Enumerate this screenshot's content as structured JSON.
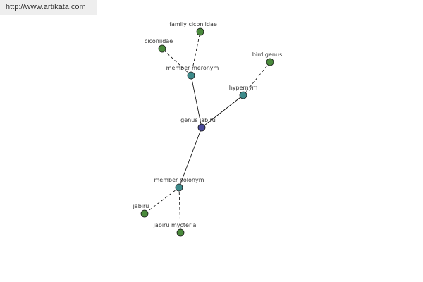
{
  "header": {
    "url": "http://www.artikata.com"
  },
  "colors": {
    "center_node": "#4a4a9c",
    "relation_node": "#3d8a8a",
    "leaf_node": "#4a8a3c",
    "edge": "#000000"
  },
  "graph": {
    "nodes": [
      {
        "id": "genus-jabiru",
        "label": "genus jabiru",
        "kind": "center"
      },
      {
        "id": "member-meronym",
        "label": "member meronym",
        "kind": "relation"
      },
      {
        "id": "hypernym",
        "label": "hypernym",
        "kind": "relation"
      },
      {
        "id": "member-holonym",
        "label": "member holonym",
        "kind": "relation"
      },
      {
        "id": "family-ciconiidae",
        "label": "family ciconiidae",
        "kind": "leaf"
      },
      {
        "id": "ciconiidae",
        "label": "ciconiidae",
        "kind": "leaf"
      },
      {
        "id": "bird-genus",
        "label": "bird genus",
        "kind": "leaf"
      },
      {
        "id": "jabiru",
        "label": "jabiru",
        "kind": "leaf"
      },
      {
        "id": "jabiru-mycteria",
        "label": "jabiru mycteria",
        "kind": "leaf"
      }
    ],
    "edges": [
      {
        "from": "genus-jabiru",
        "to": "member-meronym",
        "style": "solid"
      },
      {
        "from": "genus-jabiru",
        "to": "hypernym",
        "style": "solid"
      },
      {
        "from": "genus-jabiru",
        "to": "member-holonym",
        "style": "solid"
      },
      {
        "from": "member-meronym",
        "to": "family-ciconiidae",
        "style": "dashed"
      },
      {
        "from": "member-meronym",
        "to": "ciconiidae",
        "style": "dashed"
      },
      {
        "from": "hypernym",
        "to": "bird-genus",
        "style": "dashed"
      },
      {
        "from": "member-holonym",
        "to": "jabiru",
        "style": "dashed"
      },
      {
        "from": "member-holonym",
        "to": "jabiru-mycteria",
        "style": "dashed"
      }
    ]
  }
}
